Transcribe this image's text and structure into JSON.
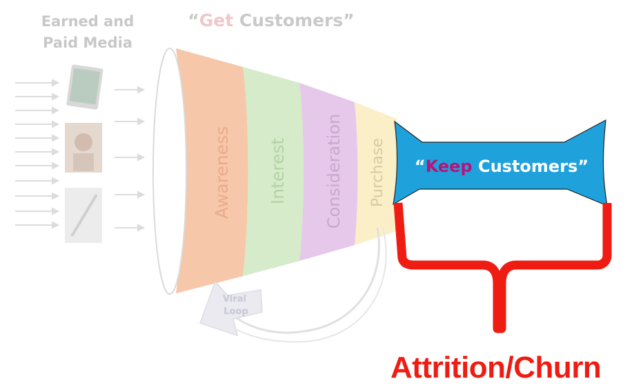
{
  "media": {
    "title_line1": "Earned and",
    "title_line2": "Paid Media"
  },
  "get_customers": {
    "open_quote": "“",
    "highlight": "Get",
    "rest": " Customers”"
  },
  "funnel": {
    "stages": [
      {
        "label": "Awareness",
        "color": "#f6c7a9"
      },
      {
        "label": "Interest",
        "color": "#d5ebc9"
      },
      {
        "label": "Consideration",
        "color": "#e6c8ea"
      },
      {
        "label": "Purchase",
        "color": "#fbefc8"
      }
    ]
  },
  "viral_loop": {
    "line1": "Viral",
    "line2": "Loop"
  },
  "keep_customers": {
    "open_quote": "“",
    "highlight": "Keep",
    "rest": " Customers”",
    "fill_color": "#1fa2dc",
    "highlight_color": "#b5157a"
  },
  "attrition": {
    "label": "Attrition/Churn",
    "color": "#ee1c12"
  }
}
